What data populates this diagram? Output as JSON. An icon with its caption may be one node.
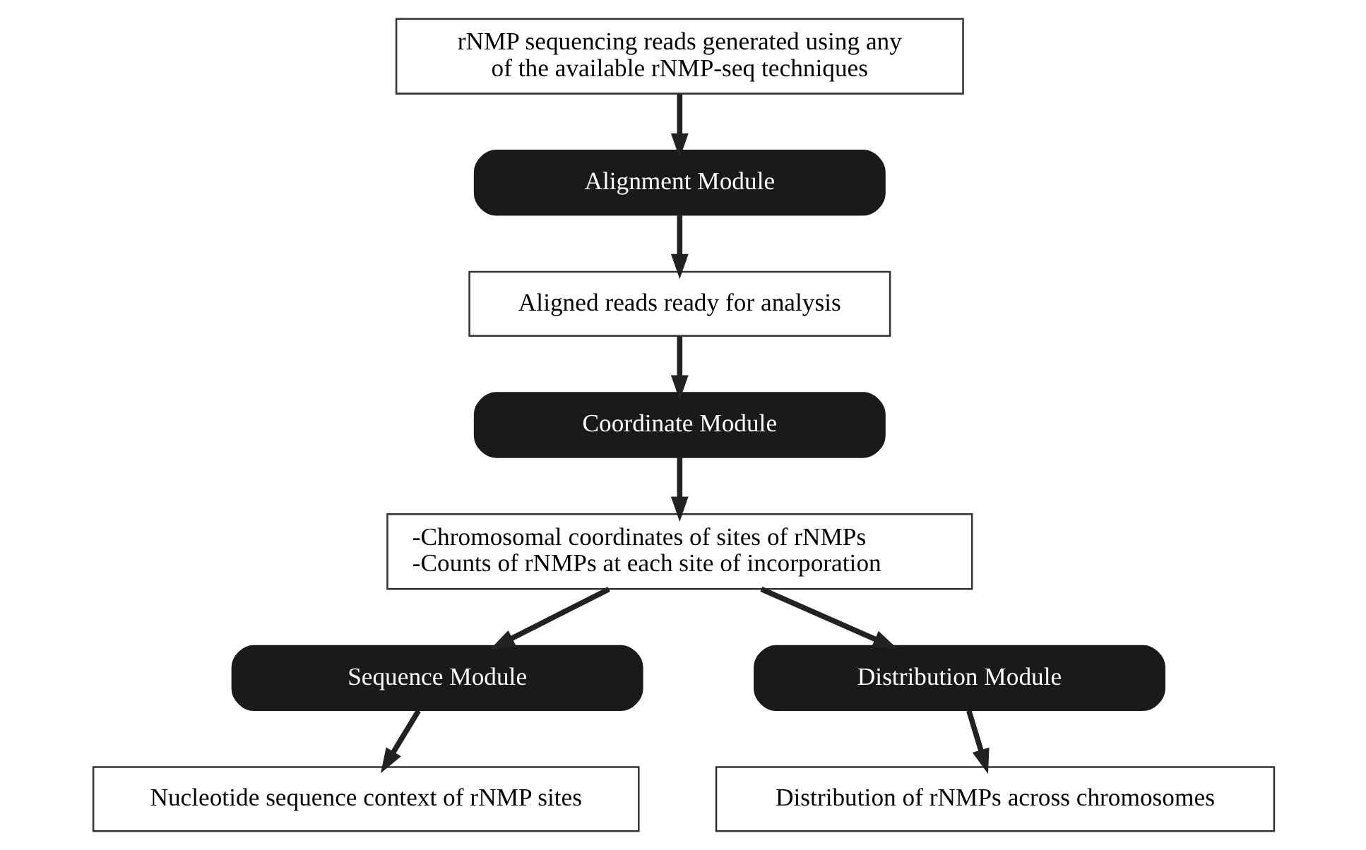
{
  "diagram": {
    "nodes": [
      {
        "text": [
          "rNMP sequencing reads generated using any of the available rNMP-seq techniques"
        ]
      },
      {
        "text": [
          "Alignment Module"
        ]
      },
      {
        "text": [
          "Aligned reads ready for analysis"
        ]
      },
      {
        "text": [
          "Coordinate Module"
        ]
      },
      {
        "text": [
          "-Chromosomal coordinates of sites of rNMPs",
          "-Counts of rNMPs at each site of incorporation"
        ]
      },
      {
        "text": [
          "Sequence Module"
        ]
      },
      {
        "text": [
          "Distribution Module"
        ]
      },
      {
        "text": [
          "Nucleotide sequence context of rNMP sites"
        ]
      },
      {
        "text": [
          "Distribution of rNMPs across chromosomes"
        ]
      }
    ],
    "edges": [
      {
        "from": 0,
        "to": 1,
        "arrow": "to"
      },
      {
        "from": 1,
        "to": 2,
        "arrow": "to"
      },
      {
        "from": 2,
        "to": 3,
        "arrow": "to"
      },
      {
        "from": 3,
        "to": 4,
        "arrow": "to"
      },
      {
        "from": 4,
        "to": 5,
        "arrow": "to"
      },
      {
        "from": 4,
        "to": 6,
        "arrow": "to"
      },
      {
        "from": 5,
        "to": 7,
        "arrow": "to"
      },
      {
        "from": 6,
        "to": 8,
        "arrow": "to"
      }
    ]
  }
}
